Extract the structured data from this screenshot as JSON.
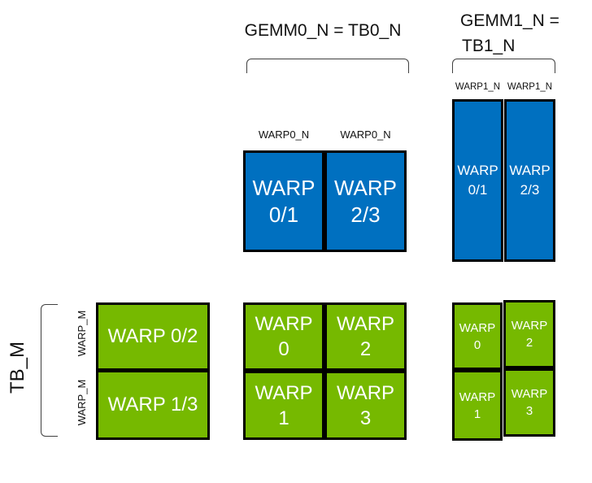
{
  "titles": {
    "gemm0": "GEMM0_N = TB0_N",
    "gemm1_line1": "GEMM1_N =",
    "gemm1_line2": "TB1_N"
  },
  "axis_labels": {
    "warp0_n": [
      "WARP0_N",
      "WARP0_N"
    ],
    "warp1_n": [
      "WARP1_N",
      "WARP1_N"
    ],
    "tb_m": "TB_M",
    "warp_m": [
      "WARP_M",
      "WARP_M"
    ]
  },
  "colors": {
    "accumulator_blue": "#0070C0",
    "operand_green": "#76B900",
    "box_border": "#000000",
    "box_text": "#ffffff",
    "label_text": "#111111"
  },
  "groups": {
    "gemm0_accum": {
      "boxes": [
        {
          "line1": "WARP",
          "line2": "0/1"
        },
        {
          "line1": "WARP",
          "line2": "2/3"
        }
      ]
    },
    "gemm1_accum": {
      "boxes": [
        {
          "line1": "WARP",
          "line2": "0/1"
        },
        {
          "line1": "WARP",
          "line2": "2/3"
        }
      ]
    },
    "tb_rows": {
      "boxes": [
        {
          "label": "WARP 0/2"
        },
        {
          "label": "WARP 1/3"
        }
      ]
    },
    "gemm0_warps": {
      "boxes": [
        {
          "line1": "WARP",
          "line2": "0"
        },
        {
          "line1": "WARP",
          "line2": "2"
        },
        {
          "line1": "WARP",
          "line2": "1"
        },
        {
          "line1": "WARP",
          "line2": "3"
        }
      ]
    },
    "gemm1_warps": {
      "boxes": [
        {
          "line1": "WARP",
          "line2": "0"
        },
        {
          "line1": "WARP",
          "line2": "2"
        },
        {
          "line1": "WARP",
          "line2": "1"
        },
        {
          "line1": "WARP",
          "line2": "3"
        }
      ]
    }
  }
}
